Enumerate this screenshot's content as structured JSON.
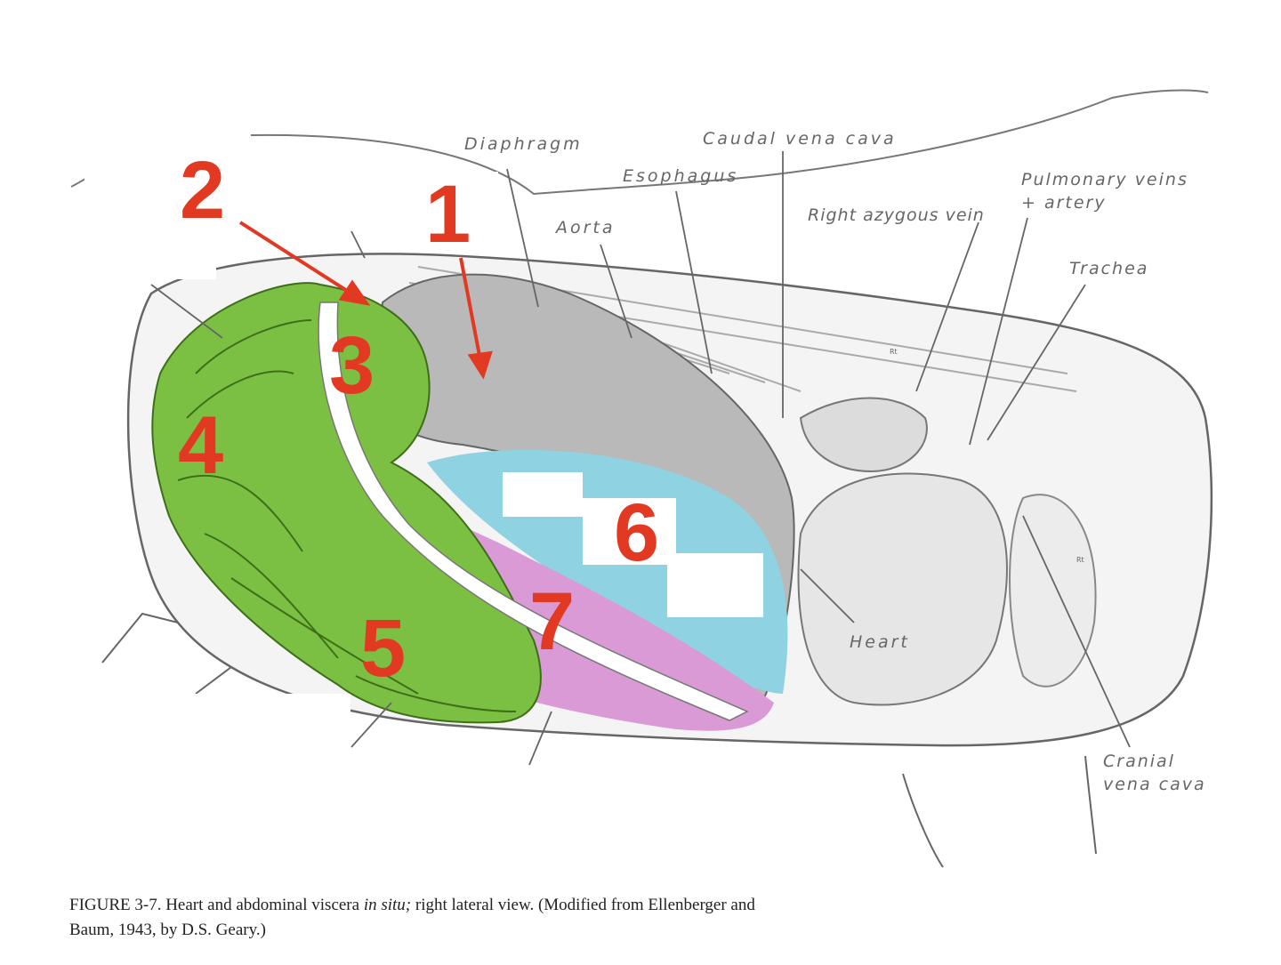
{
  "labels": {
    "diaphragm": "Diaphragm",
    "caudal_vena_cava": "Caudal vena cava",
    "esophagus": "Esophagus",
    "aorta": "Aorta",
    "right_azygous_vein": "Right azygous vein",
    "pulmonary_veins_line1": "Pulmonary veins",
    "pulmonary_veins_line2": "+ artery",
    "trachea": "Trachea",
    "heart": "Heart",
    "cranial_vena_cava_line1": "Cranial",
    "cranial_vena_cava_line2": "vena cava",
    "rt_small_1": "Rt",
    "rt_small_2": "Rt"
  },
  "markers": [
    "1",
    "2",
    "3",
    "4",
    "5",
    "6",
    "7"
  ],
  "caption": {
    "prefix": "FIGURE 3-7. Heart and abdominal viscera ",
    "italic": "in situ;",
    "suffix": " right lateral view.  (Modified from Ellenberger and Baum, 1943, by D.S. Geary.)"
  },
  "colors": {
    "marker": "#e23a22",
    "intestine_green": "#7cc043",
    "liver_pink": "#d99ad6",
    "lung_blue": "#8fd2e2",
    "sketch_line": "#555555"
  }
}
